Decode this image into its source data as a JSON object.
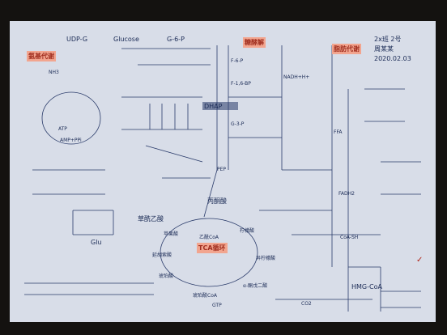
{
  "sections": {
    "ammonia": "氨基代谢",
    "glycolysis": "糖酵解",
    "fatty": "脂肪代谢",
    "tca": "TCA循环"
  },
  "header": {
    "line1": "2x班 2号",
    "line2": "周某某",
    "line3": "2020.02.03"
  },
  "labels": {
    "udpg": "UDP-G",
    "glucose": "Glucose",
    "g6p": "G-6-P",
    "f6p": "F-6-P",
    "f16bp": "F-1,6-BP",
    "dhap": "DHAP",
    "g3p": "G-3-P",
    "pep": "PEP",
    "pyruvate": "丙酮酸",
    "acetyl_coa": "乙酰CoA",
    "citrate": "柠檬酸",
    "isocitrate": "异柠檬酸",
    "akg": "α-酮戊二酸",
    "succinyl_coa": "琥珀酰CoA",
    "succinate": "琥珀酸",
    "fumarate": "延胡索酸",
    "malate": "苹果酸",
    "oaa": "草酰乙酸",
    "glu": "Glu",
    "atp": "ATP",
    "amp": "AMP+PPi",
    "nh3": "NH3",
    "hmg": "HMG-CoA",
    "ffa": "FFA",
    "fadh2": "FADH2",
    "nadh": "NADH+H+",
    "coa": "CoA-SH",
    "gtp": "GTP",
    "co2": "CO2"
  }
}
